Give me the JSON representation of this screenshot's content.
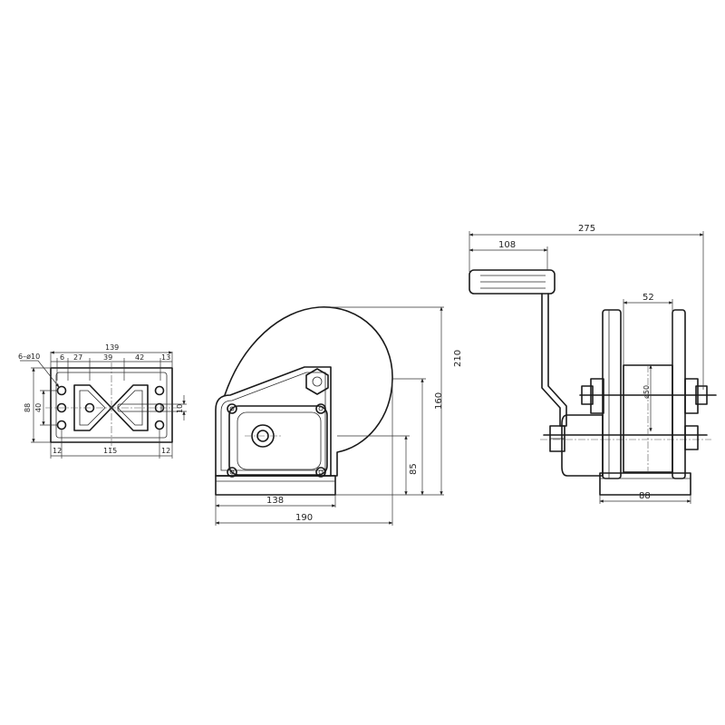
{
  "base_plate_view": {
    "hole_callout": "6–ø10",
    "overall_width": "139",
    "seg_a": "6",
    "seg_b": "27",
    "seg_c": "39",
    "seg_d": "42",
    "seg_e": "13",
    "height_outer": "88",
    "height_inner": "40",
    "slot": "10",
    "bottom_left": "12",
    "bottom_mid": "115",
    "bottom_right": "12"
  },
  "side_view": {
    "height_mount": "85",
    "height_drum": "160",
    "height_total": "210",
    "base_length": "138",
    "total_length": "190"
  },
  "front_view": {
    "overall_width": "275",
    "handle_length": "108",
    "drum_width": "52",
    "drum_diameter": "ø50",
    "base_width": "88"
  }
}
